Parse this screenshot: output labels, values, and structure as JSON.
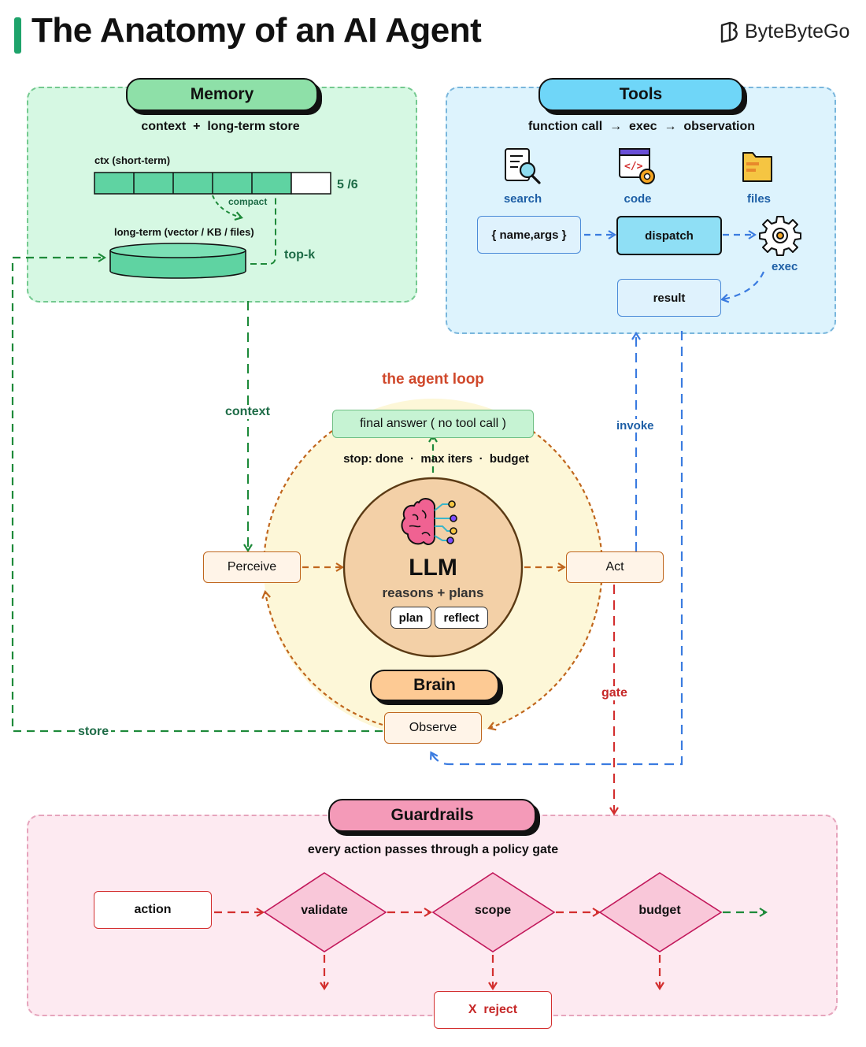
{
  "header": {
    "title": "The Anatomy of an AI Agent",
    "brand": "ByteByteGo"
  },
  "memory": {
    "title": "Memory",
    "subtitle": "context  +  long-term store",
    "ctx_label": "ctx (short-term)",
    "ctx_fill": "5 /6",
    "compact": "compact",
    "longterm_label": "long-term  (vector / KB / files)",
    "topk": "top-k"
  },
  "tools": {
    "title": "Tools",
    "subtitle": "function call  →  exec  →  observation",
    "icons": [
      {
        "label": "search",
        "icon": "search-document-icon"
      },
      {
        "label": "code",
        "icon": "code-window-icon"
      },
      {
        "label": "files",
        "icon": "folder-icon"
      }
    ],
    "call": "{ name,args }",
    "dispatch": "dispatch",
    "exec": "exec",
    "result": "result"
  },
  "loop": {
    "title": "the agent loop",
    "final_answer": "final answer ( no tool call )",
    "stop": "stop: done  ·  max iters  ·  budget",
    "llm": "LLM",
    "llm_sub": "reasons + plans",
    "plan": "plan",
    "reflect": "reflect",
    "brain": "Brain",
    "perceive": "Perceive",
    "act": "Act",
    "observe": "Observe"
  },
  "edges": {
    "context": "context",
    "invoke": "invoke",
    "gate": "gate",
    "store": "store"
  },
  "guardrails": {
    "title": "Guardrails",
    "subtitle": "every action passes through a policy gate",
    "action": "action",
    "validate": "validate",
    "scope": "scope",
    "budget": "budget",
    "reject": "X  reject"
  },
  "colors": {
    "memory_bg": "#d6f8e3",
    "memory_pill": "#8ee0a8",
    "tools_bg": "#ddf3fd",
    "tools_pill": "#6fd6f8",
    "loop_bg": "#fdf7d8",
    "llm_fill": "#f3d0a7",
    "guard_bg": "#fdeaf1",
    "guard_pill": "#f49ab8",
    "green": "#1e8a3a",
    "blue": "#3a7be0",
    "orange": "#c0661d",
    "red": "#d32f2f"
  }
}
